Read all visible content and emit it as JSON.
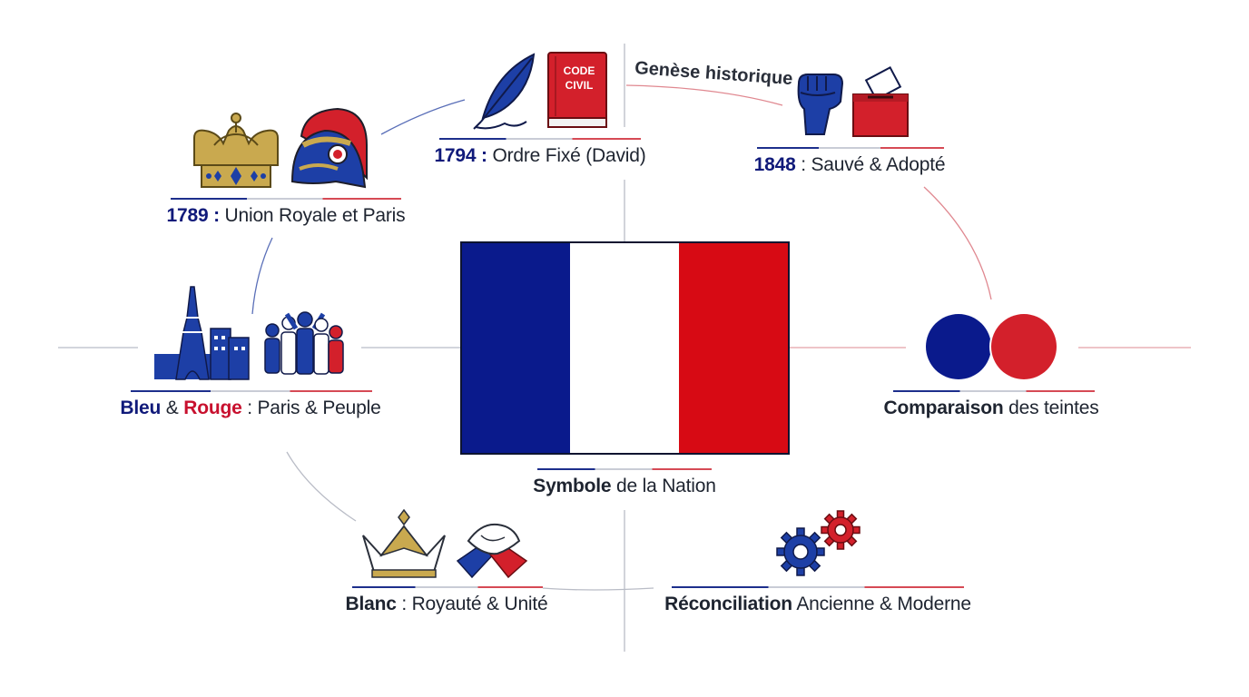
{
  "header": {
    "title": "Genèse historique"
  },
  "center": {
    "caption_strong": "Symbole",
    "caption_rest": " de la Nation",
    "flag_colors": [
      "#0a1a8c",
      "#ffffff",
      "#d70a14"
    ]
  },
  "nodes": {
    "n1789": {
      "year": "1789 :",
      "text": " Union Royale et Paris",
      "icons": [
        "crown-icon",
        "phrygian-helmet-icon"
      ]
    },
    "n1794": {
      "year": "1794 :",
      "text": " Ordre Fixé (David)",
      "icons": [
        "quill-icon",
        "code-civil-book-icon"
      ],
      "book_text": [
        "CODE",
        "CIVIL"
      ]
    },
    "n1848": {
      "year": "1848",
      "text": " : Sauvé & Adopté",
      "icons": [
        "raised-fist-icon",
        "ballot-box-icon"
      ]
    },
    "bleu_rouge": {
      "bleu": "Bleu",
      "amp": " & ",
      "rouge": "Rouge",
      "text": " : Paris & Peuple",
      "icons": [
        "eiffel-tower-icon",
        "people-group-icon"
      ]
    },
    "comparaison": {
      "strong": "Comparaison",
      "text": " des teintes",
      "icons": [
        "color-circles-icon"
      ]
    },
    "blanc": {
      "strong": "Blanc",
      "text": " : Royauté & Unité",
      "icons": [
        "crown-outline-icon",
        "handshake-icon"
      ]
    },
    "reconciliation": {
      "strong": "Réconciliation",
      "text": " Ancienne & Moderne",
      "icons": [
        "gears-icon"
      ]
    }
  },
  "colors": {
    "navy": "#101a7a",
    "blue": "#1d3fa6",
    "red": "#d3202b",
    "gold": "#c9a94f"
  }
}
